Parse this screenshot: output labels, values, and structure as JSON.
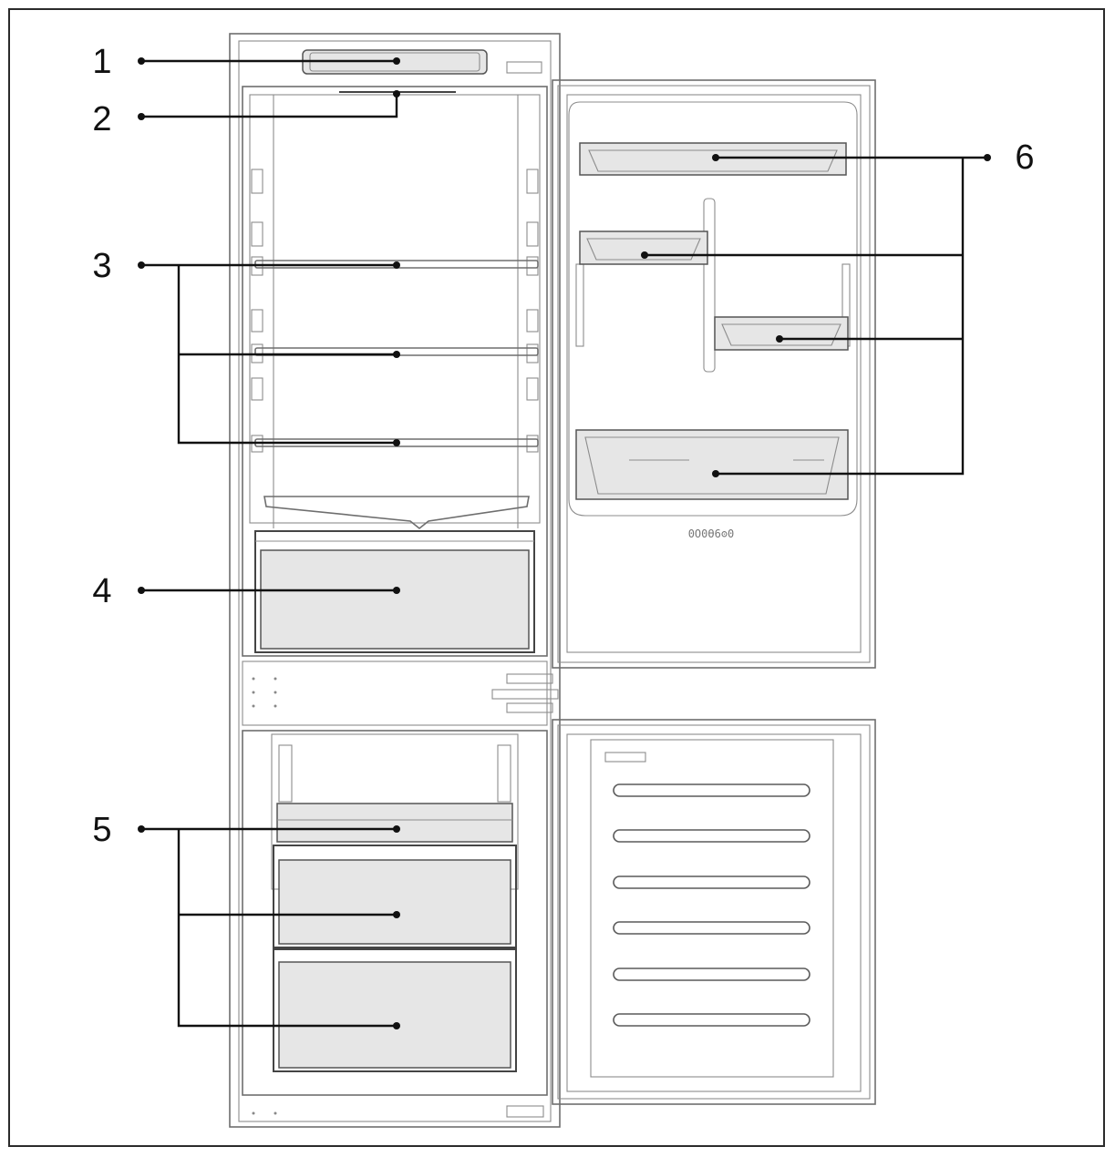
{
  "callouts": [
    {
      "id": "1",
      "label": "1"
    },
    {
      "id": "2",
      "label": "2"
    },
    {
      "id": "3",
      "label": "3"
    },
    {
      "id": "4",
      "label": "4"
    },
    {
      "id": "5",
      "label": "5"
    },
    {
      "id": "6",
      "label": "6"
    }
  ],
  "door_marking": "0O0Ө6ʘ0"
}
